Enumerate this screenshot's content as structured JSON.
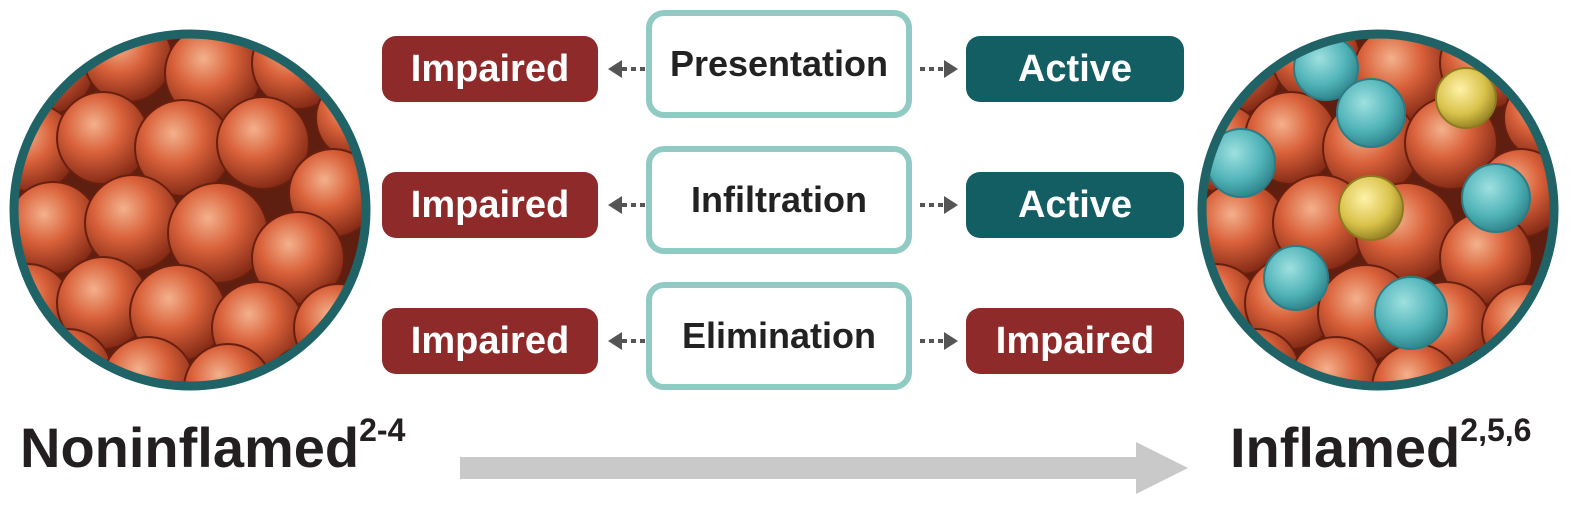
{
  "states": {
    "left": {
      "name": "Noninflamed",
      "refs": "2-4"
    },
    "right": {
      "name": "Inflamed",
      "refs": "2,5,6"
    }
  },
  "rows": [
    {
      "process": "Presentation",
      "left": "Impaired",
      "right": "Active"
    },
    {
      "process": "Infiltration",
      "left": "Impaired",
      "right": "Active"
    },
    {
      "process": "Elimination",
      "left": "Impaired",
      "right": "Impaired"
    }
  ],
  "colors": {
    "impaired": "#8e2a2a",
    "active": "#135e63",
    "process_border": "#8fcbc2",
    "circle_border": "#1f6366",
    "tumor_cells": "#c84b2c",
    "immune_cells_teal": "#4fb3b8",
    "immune_cells_yellow": "#d9c24a",
    "gradient_arrow": "#c9c9c9"
  }
}
